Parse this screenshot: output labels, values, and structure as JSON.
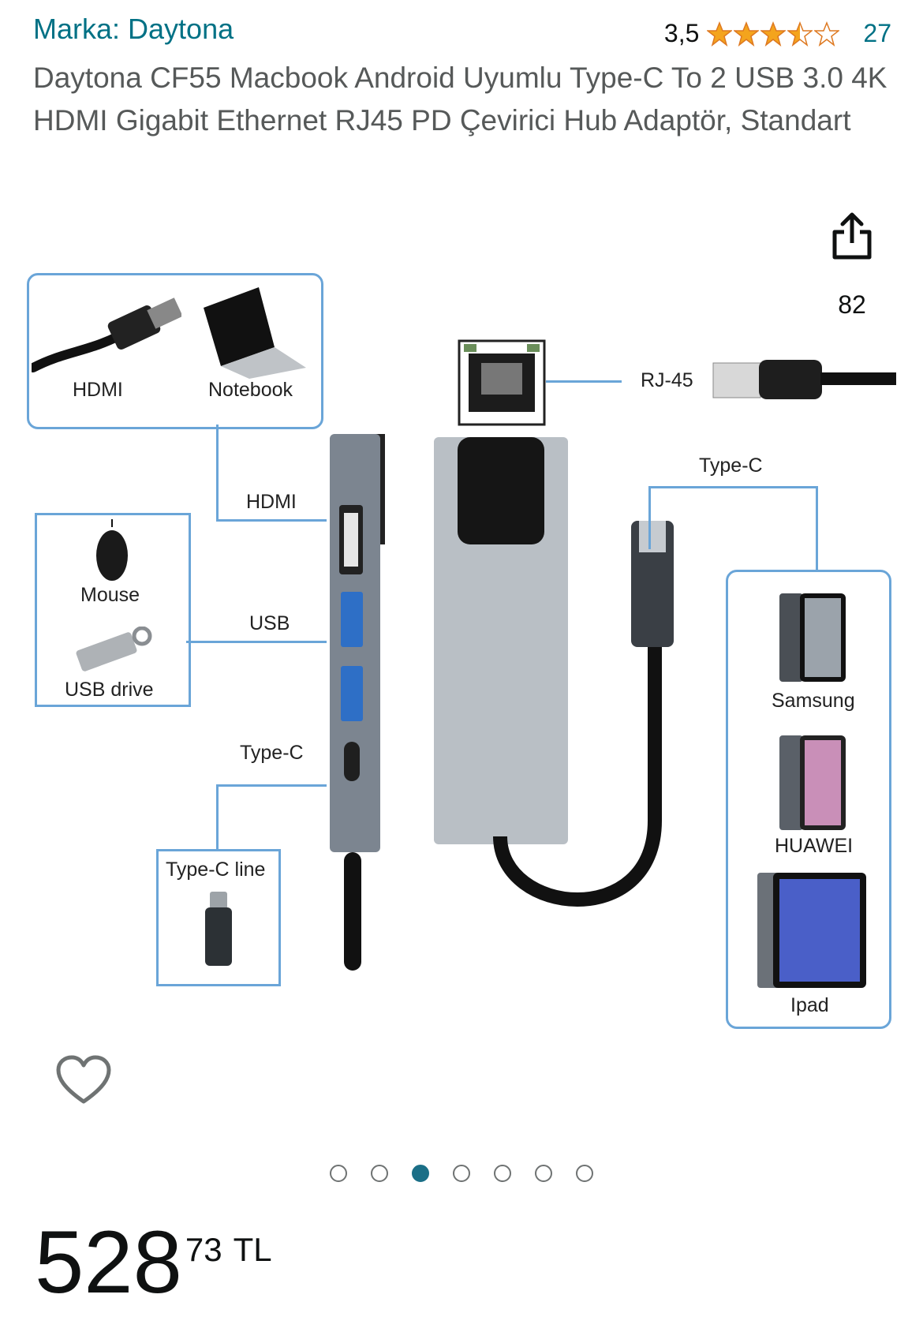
{
  "header": {
    "brand_label": "Marka: Daytona",
    "rating_value": "3,5",
    "rating_stars": 3.5,
    "rating_count": "27"
  },
  "product": {
    "title": "Daytona CF55 Macbook Android Uyumlu Type-C To 2 USB 3.0 4K HDMI Gigabit Ethernet RJ45 PD Çevirici Hub Adaptör, Standart"
  },
  "share": {
    "icon": "share-icon",
    "count": "82"
  },
  "image": {
    "labels": {
      "hdmi_box": "HDMI",
      "notebook": "Notebook",
      "hdmi_port": "HDMI",
      "mouse": "Mouse",
      "usb_drive": "USB drive",
      "usb_port": "USB",
      "typec_port": "Type-C",
      "typec_line": "Type-C line",
      "rj45": "RJ-45",
      "typec_top": "Type-C",
      "samsung": "Samsung",
      "huawei": "HUAWEI",
      "ipad": "Ipad"
    },
    "accent_color": "#6aa5d8"
  },
  "gallery": {
    "dot_count": 7,
    "active_index": 2
  },
  "wishlist": {
    "icon": "heart-icon"
  },
  "price": {
    "whole": "528",
    "fraction": "73",
    "currency": "TL"
  },
  "colors": {
    "link": "#007185",
    "star": "#f4a41d",
    "active_dot": "#1b6f87"
  }
}
